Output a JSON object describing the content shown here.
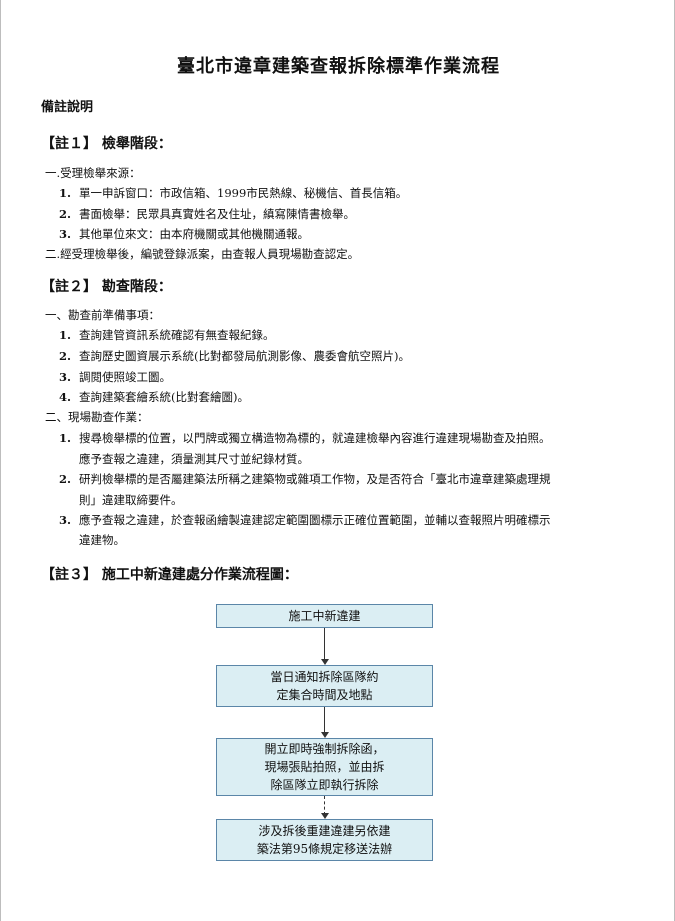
{
  "doc_title": "臺北市違章建築查報拆除標準作業流程",
  "remarks_heading": "備註說明",
  "note1": {
    "heading": "【註１】 檢舉階段：",
    "intro": "一.受理檢舉來源：",
    "items": [
      {
        "num": "1.",
        "text": "單一申訴窗口：市政信箱、1999市民熱線、秘機信、首長信箱。"
      },
      {
        "num": "2.",
        "text": "書面檢舉：民眾具真實姓名及住址，縝寫陳情書檢舉。"
      },
      {
        "num": "3.",
        "text": "其他單位來文：由本府機關或其他機關通報。"
      }
    ],
    "closing": "二.經受理檢舉後，編號登錄派案，由查報人員現場勘查認定。"
  },
  "note2": {
    "heading": "【註２】 勘查階段：",
    "intro1": "一、勘查前準備事項：",
    "items1": [
      {
        "num": "1.",
        "text": "查詢建管資訊系統確認有無查報紀錄。"
      },
      {
        "num": "2.",
        "text": "查詢歷史圖資展示系統(比對都發局航測影像、農委會航空照片)。"
      },
      {
        "num": "3.",
        "text": "調閱使照竣工圖。"
      },
      {
        "num": "4.",
        "text": "查詢建築套繪系統(比對套繪圖)。"
      }
    ],
    "intro2": "二、現場勘查作業：",
    "items2": [
      {
        "num": "1.",
        "line1": "搜尋檢舉標的位置，以門牌或獨立構造物為標的，就違建檢舉內容進行違建現場勘查及拍照。",
        "line2": "應予查報之違建，須量測其尺寸並紀錄材質。"
      },
      {
        "num": "2.",
        "line1": "研判檢舉標的是否屬建築法所稱之建築物或雜項工作物，及是否符合「臺北市違章建築處理規",
        "line2": "則」違建取締要件。"
      },
      {
        "num": "3.",
        "line1": "應予查報之違建，於查報函繪製違建認定範圍圖標示正確位置範圍，並輔以查報照片明確標示",
        "line2": "違建物。"
      }
    ]
  },
  "note3": {
    "heading": "【註３】 施工中新違建處分作業流程圖：",
    "steps": [
      {
        "lines": [
          "施工中新違建"
        ]
      },
      {
        "lines": [
          "當日通知拆除區隊約",
          "定集合時間及地點"
        ]
      },
      {
        "lines": [
          "開立即時強制拆除函，",
          "現場張貼拍照，並由拆",
          "除區隊立即執行拆除"
        ]
      },
      {
        "lines": [
          "涉及拆後重建違建另依建",
          "築法第95條規定移送法辦"
        ]
      }
    ]
  },
  "colors": {
    "flow_box_fill": "#dbeef3",
    "flow_box_border": "#5b86a8"
  }
}
